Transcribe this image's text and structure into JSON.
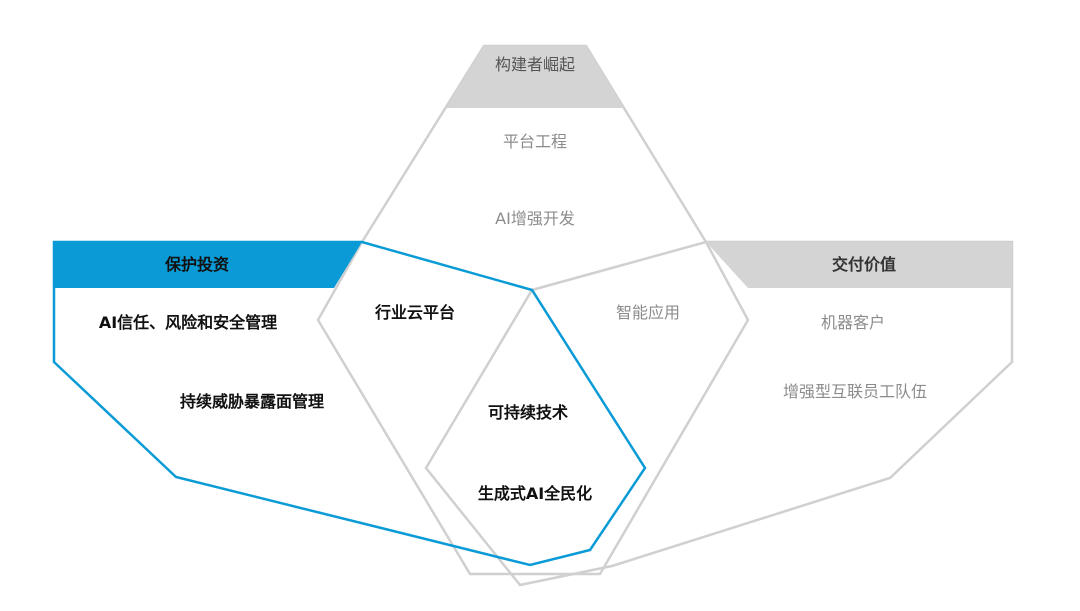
{
  "top": {
    "header": "构建者崛起",
    "items": [
      "平台工程",
      "AI增强开发"
    ]
  },
  "left": {
    "header": "保护投资",
    "items": [
      "AI信任、风险和安全管理",
      "持续威胁暴露面管理"
    ]
  },
  "right": {
    "header": "交付价值",
    "items": [
      "机器客户",
      "增强型互联员工队伍"
    ]
  },
  "overlaps": {
    "top_left": "行业云平台",
    "top_right": "智能应用",
    "center": [
      "可持续技术",
      "生成式AI全民化"
    ]
  },
  "colors": {
    "blue": "#0a9bd6",
    "gray_header": "#d4d4d4",
    "gray_outline": "#d0d0d0",
    "text_gray": "#8c8c8c"
  }
}
